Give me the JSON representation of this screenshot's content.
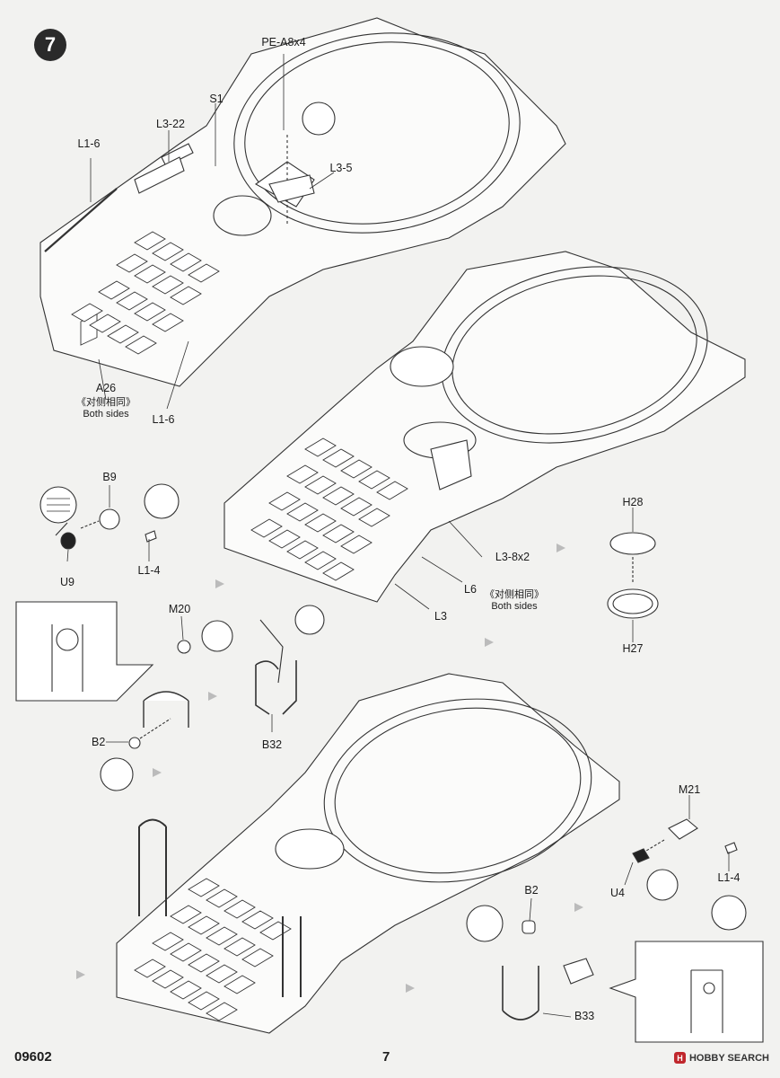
{
  "step": {
    "number": "7"
  },
  "labels": {
    "pe_a8x4": "PE-A8x4",
    "s1": "S1",
    "l3_22": "L3-22",
    "l3_5": "L3-5",
    "l1_6_top": "L1-6",
    "a26": "A26",
    "l1_6_bottom": "L1-6",
    "b9": "B9",
    "u9": "U9",
    "l1_4_left": "L1-4",
    "m20": "M20",
    "b2_left": "B2",
    "b32": "B32",
    "l3_8x2": "L3-8x2",
    "l6": "L6",
    "l3": "L3",
    "h28": "H28",
    "h27": "H27",
    "m21": "M21",
    "u4": "U4",
    "l1_4_right": "L1-4",
    "b2_right": "B2",
    "b33": "B33"
  },
  "notes": {
    "both_sides_cn": "《对侧相同》",
    "both_sides_en": "Both sides"
  },
  "footer": {
    "product_code": "09602",
    "page_number": "7",
    "watermark": "HOBBY SEARCH",
    "watermark_mark": "H"
  }
}
